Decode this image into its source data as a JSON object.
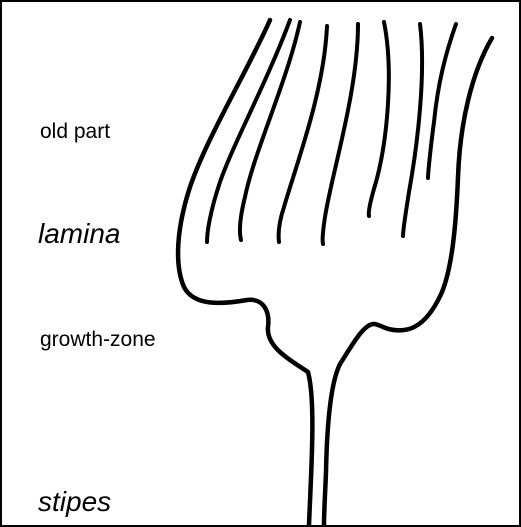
{
  "labels": {
    "old_part": "old part",
    "lamina": "lamina",
    "growth_zone": "growth-zone",
    "stipes": "stipes"
  },
  "colors": {
    "ink": "#000000",
    "paper": "#ffffff"
  }
}
